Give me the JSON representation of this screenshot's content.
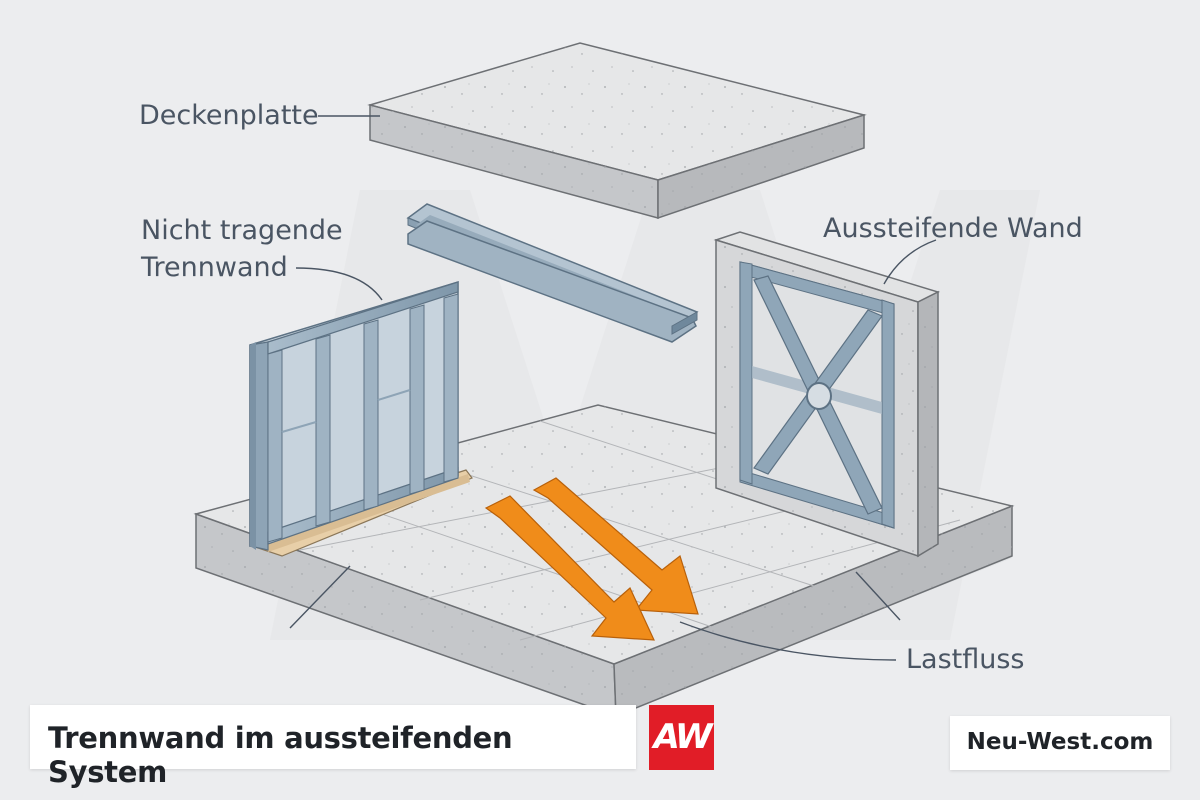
{
  "labels": {
    "deckenplatte": "Deckenplatte",
    "trennwand_line1": "Nicht tragende",
    "trennwand_line2": "Trennwand",
    "aussteifende_wand": "Aussteifende Wand",
    "lastfluss": "Lastfluss"
  },
  "footer": {
    "title": "Trennwand im aussteifenden System",
    "logo": "AW",
    "website": "Neu-West.com"
  },
  "colors": {
    "background": "#ecedef",
    "concrete_top": "#e4e5e6",
    "concrete_side": "#c4c6c9",
    "steel": "#8fa6b8",
    "arrow": "#f08c1a",
    "logo_red": "#e11d27",
    "label_text": "#4a5563"
  },
  "icons": [
    "load-arrow-icon",
    "logo-mark-icon"
  ]
}
